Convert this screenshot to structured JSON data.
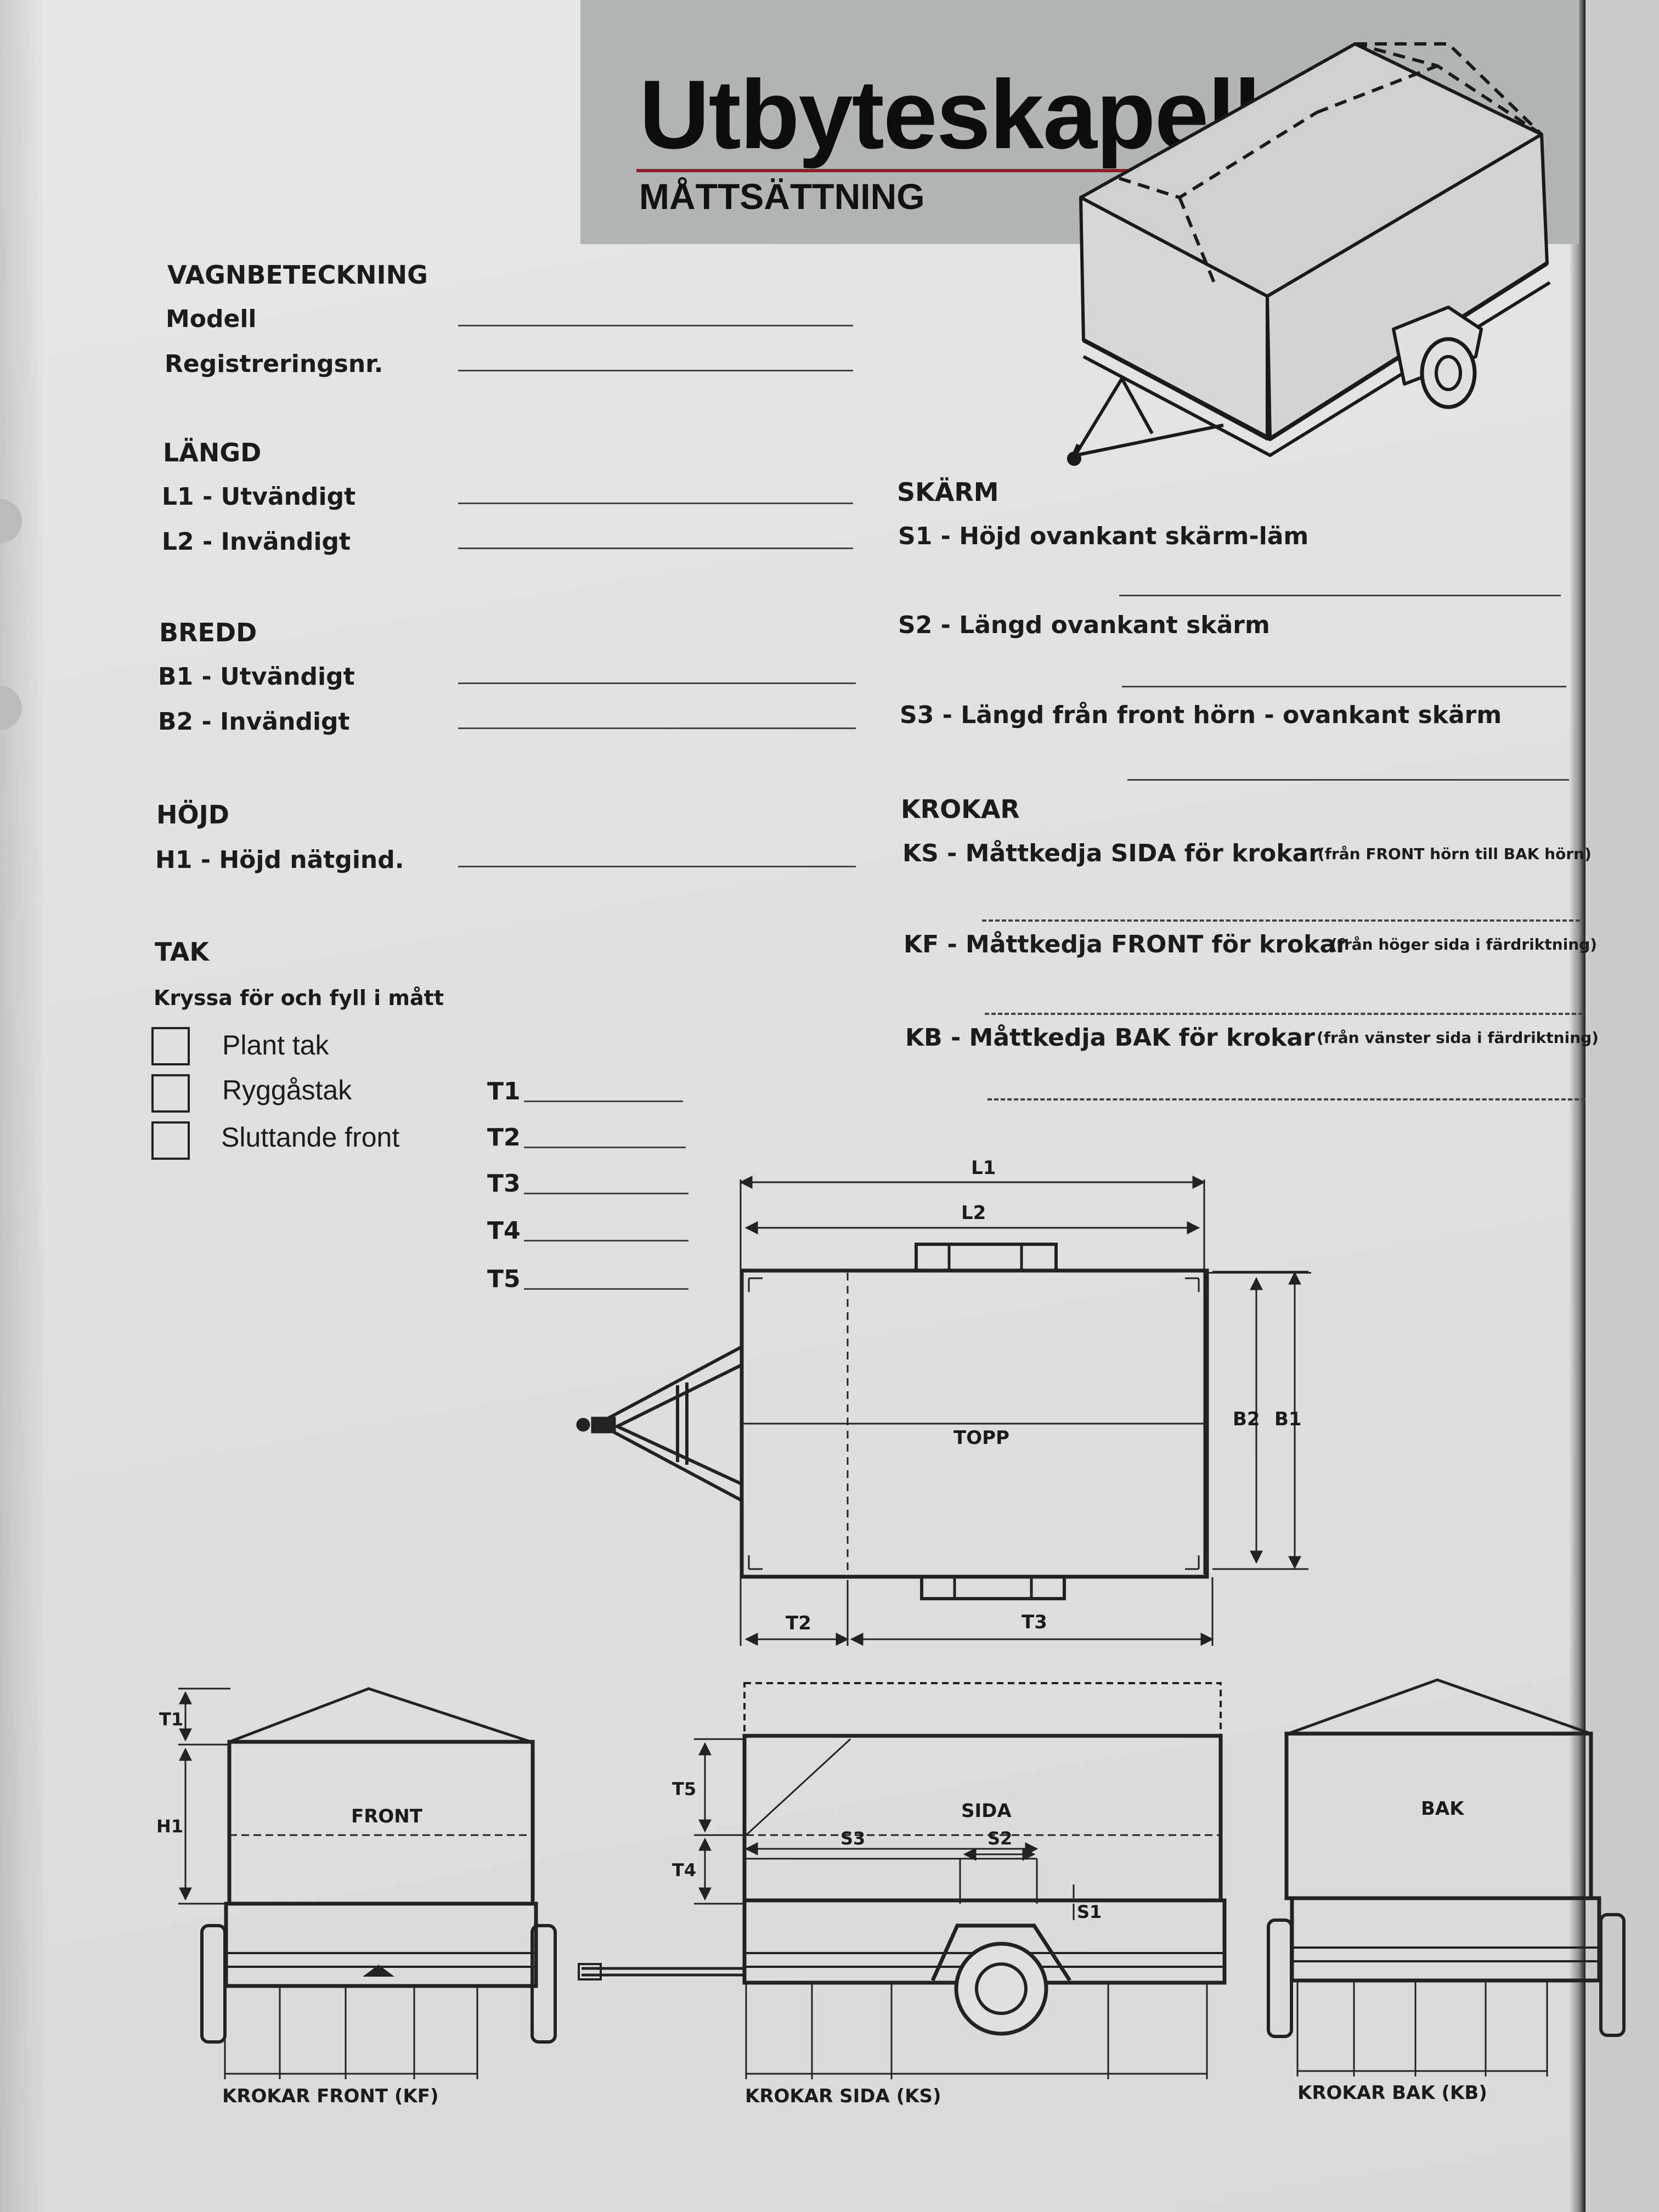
{
  "header": {
    "title": "Utbyteskapell",
    "subtitle": "MÅTTSÄTTNING"
  },
  "vagnbeteckning": {
    "heading": "VAGNBETECKNING",
    "model_label": "Modell",
    "registration_label": "Registreringsnr."
  },
  "langd": {
    "heading": "LÄNGD",
    "l1": "L1  - Utvändigt",
    "l2": "L2  - Invändigt"
  },
  "bredd": {
    "heading": "BREDD",
    "b1": "B1  - Utvändigt",
    "b2": "B2  - Invändigt"
  },
  "hojd": {
    "heading": "HÖJD",
    "h1": "H1  - Höjd nätgind."
  },
  "tak": {
    "heading": "TAK",
    "instruction": "Kryssa för och fyll i mått",
    "options": [
      "Plant tak",
      "Ryggåstak",
      "Sluttande front"
    ],
    "fields": [
      "T1",
      "T2",
      "T3",
      "T4",
      "T5"
    ]
  },
  "skarm": {
    "heading": "SKÄRM",
    "s1": "S1  - Höjd ovankant skärm-läm",
    "s2": "S2  - Längd ovankant skärm",
    "s3": "S3  - Längd från front hörn - ovankant skärm"
  },
  "krokar": {
    "heading": "KROKAR",
    "ks": "KS  - Måttkedja SIDA för krokar",
    "ks_note": "(från FRONT hörn till BAK hörn)",
    "kf": "KF  - Måttkedja FRONT för krokar",
    "kf_note": "(från höger sida i färdriktning)",
    "kb": "KB  - Måttkedja BAK för krokar",
    "kb_note": "(från vänster sida i färdriktning)"
  },
  "diagram": {
    "top_labels": {
      "l1": "L1",
      "l2": "L2",
      "b1": "B1",
      "b2": "B2",
      "t2": "T2",
      "t3": "T3",
      "topp": "TOPP"
    },
    "front_labels": {
      "t1": "T1",
      "h1": "H1",
      "front": "FRONT",
      "caption": "KROKAR FRONT (KF)"
    },
    "side_labels": {
      "t5": "T5",
      "t4": "T4",
      "s3": "S3",
      "s2": "S2",
      "s1": "S1",
      "sida": "SIDA",
      "caption": "KROKAR SIDA (KS)"
    },
    "back_labels": {
      "bak": "BAK",
      "caption": "KROKAR BAK (KB)"
    }
  }
}
